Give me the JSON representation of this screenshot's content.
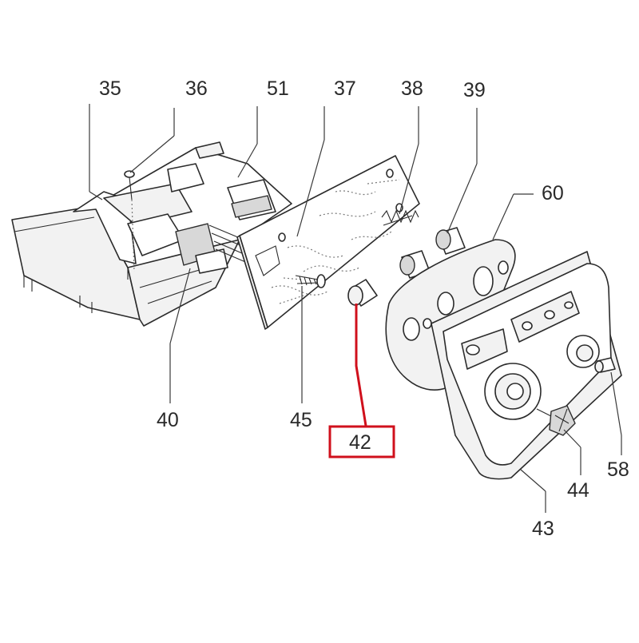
{
  "callouts": {
    "c35": "35",
    "c36": "36",
    "c51": "51",
    "c37": "37",
    "c38": "38",
    "c39": "39",
    "c60": "60",
    "c40": "40",
    "c45": "45",
    "c42": "42",
    "c44": "44",
    "c58": "58",
    "c43": "43"
  },
  "highlight": {
    "part": "42",
    "color": "#d0101c"
  }
}
